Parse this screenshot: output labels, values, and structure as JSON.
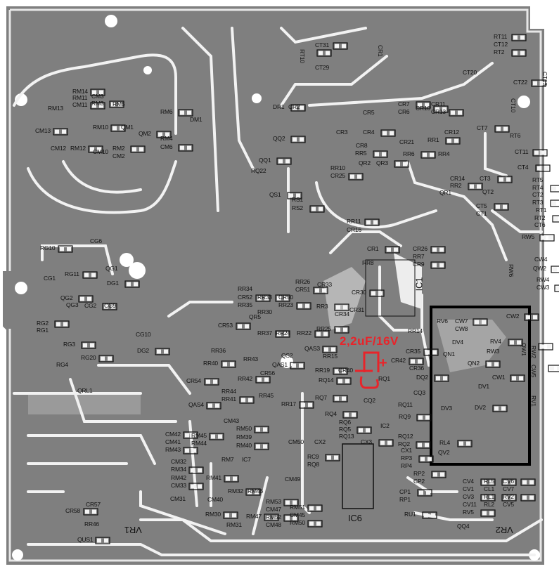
{
  "board": {
    "annotation": {
      "text": "2,2uF/16V",
      "polarity": "+",
      "color": "#e8242a"
    },
    "colors": {
      "substrate": "#7f7f7f",
      "copper": "#ffffff",
      "silkscreen": "#111111",
      "highlight_box": "#000000"
    },
    "ic_labels": [
      "IC1",
      "IC2",
      "IC6",
      "IC7"
    ],
    "trimmers": [
      "VR1",
      "VR2"
    ],
    "labels": [
      "RM14",
      "RM11",
      "CM11",
      "RM13",
      "CM13",
      "CM12",
      "RM12",
      "CM3",
      "RM3",
      "RM5",
      "RM10",
      "CM10",
      "RM2",
      "CM2",
      "RM6",
      "RM4",
      "CM6",
      "QM1",
      "QM2",
      "DM1",
      "CT31",
      "CT29",
      "RT10",
      "CR1",
      "RT11",
      "CT12",
      "RT2",
      "CT20",
      "CT22",
      "CT13",
      "DR1",
      "CR2",
      "QQ2",
      "CT10",
      "CT7",
      "RT6",
      "CT11",
      "CR5",
      "CR7",
      "CR6",
      "CR10",
      "CR11",
      "CR13",
      "CR3",
      "CR4",
      "CR8",
      "RR5",
      "CR21",
      "RR6",
      "RR4",
      "RR1",
      "CR12",
      "QQ1",
      "RQ22",
      "QS1",
      "RS1",
      "RS2",
      "RR10",
      "CR25",
      "QR2",
      "QR3",
      "CR14",
      "RR2",
      "QR1",
      "CT3",
      "QT2",
      "CT5",
      "CT1",
      "CT4",
      "RT5",
      "RT4",
      "CT2",
      "RT3",
      "RT1",
      "RT2",
      "CT6",
      "RR11",
      "CR16",
      "RW5",
      "CW4",
      "QW2",
      "RW4",
      "CW3",
      "RW6",
      "RG10",
      "CG6",
      "RG11",
      "QG1",
      "DG1",
      "CG1",
      "QG2",
      "QG3",
      "CG2",
      "CG9",
      "RG2",
      "RG1",
      "RG3",
      "RG4",
      "RG20",
      "CG10",
      "DG2",
      "QRL1",
      "CR26",
      "RR7",
      "CR9",
      "RR8",
      "CR1",
      "RR34",
      "CR52",
      "RR35",
      "RR33",
      "RR30",
      "RR37",
      "CR50",
      "RR23",
      "RR24",
      "RR22",
      "RR26",
      "CR51",
      "CR33",
      "RR3",
      "CR34",
      "RR25",
      "CR31",
      "CR30",
      "RR14",
      "CR35",
      "CR36",
      "CR42",
      "RQ1",
      "DQ2",
      "CQ3",
      "CR53",
      "QR5",
      "QAS3",
      "QS2",
      "QAS1",
      "RR43",
      "RR42",
      "CR56",
      "RR40",
      "RR36",
      "CR54",
      "RR44",
      "RR41",
      "RR45",
      "RR17",
      "RR15",
      "RR19",
      "CR40",
      "RQ14",
      "CQ2",
      "RQ7",
      "RQ6",
      "RQ5",
      "RQ13",
      "RQ4",
      "RQ11",
      "RQ9",
      "RQ12",
      "RQ2",
      "CX1",
      "RP3",
      "RP4",
      "RP2",
      "CP2",
      "CP1",
      "RP1",
      "RU1",
      "CX2",
      "CX3",
      "RQ8",
      "RC9",
      "CM50",
      "RM50",
      "RM39",
      "RM40",
      "CM43",
      "RM45",
      "RM44",
      "CM42",
      "CM41",
      "RM43",
      "CM32",
      "RM34",
      "RM42",
      "CM33",
      "RM7",
      "RM41",
      "CM40",
      "RM32",
      "RM46",
      "RM30",
      "RM31",
      "RM47",
      "CM49",
      "RM53",
      "CM47",
      "RM52",
      "CM48",
      "RM51",
      "CM45",
      "RM50",
      "CM31",
      "QAS4",
      "CR57",
      "CR58",
      "RR46",
      "QUS1",
      "RV6",
      "CW7",
      "CW8",
      "CW2",
      "DV4",
      "RV4",
      "QN1",
      "QN2",
      "RW3",
      "CW1",
      "DV1",
      "DV2",
      "DV3",
      "RL4",
      "QV2",
      "QW1",
      "RW2",
      "CW5",
      "RV1",
      "CV4",
      "CV1",
      "CV3",
      "CV11",
      "RV5",
      "QQ4",
      "RL5",
      "CL1",
      "RL1",
      "RL2",
      "CV6",
      "CV7",
      "RV2",
      "CV5"
    ]
  }
}
